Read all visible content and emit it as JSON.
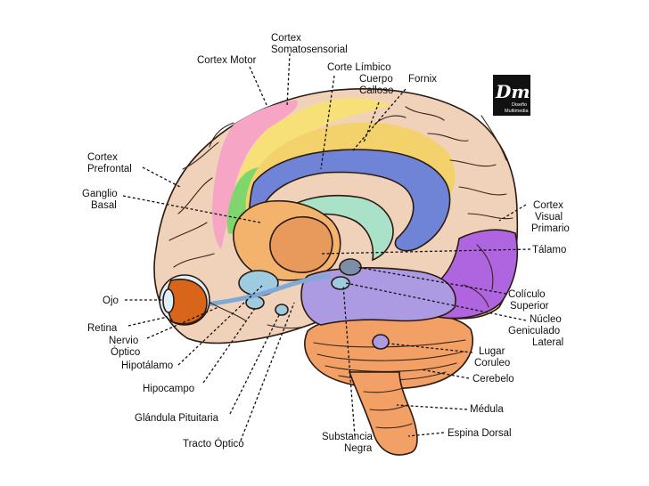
{
  "colors": {
    "brain": "#f0d2bb",
    "premotor": "#f6a5c4",
    "motor": "#f8e079",
    "limbic": "#f3d26b",
    "corpus_callosum": "#6f84d6",
    "green_area": "#7ed66d",
    "basal_ganglia": "#f3b36d",
    "thalamus": "#e79a5c",
    "fornix": "#a9e2c9",
    "visual": "#b065e0",
    "brainstem": "#ac9be3",
    "cerebellum": "#f2a066",
    "eye": "#d9651b",
    "small_structures": "#9fcbe0",
    "lines": "#111111"
  },
  "logo": {
    "monogram": "Dm",
    "line1": "Diseño",
    "line2": "Multimedia"
  },
  "labels": {
    "cortex_somato_1": "Cortex",
    "cortex_somato_2": "Somatosensorial",
    "cortex_motor": "Cortex Motor",
    "corte_limbico": "Corte Límbico",
    "cuerpo": "Cuerpo",
    "calloso": "Calloso",
    "fornix": "Fornix",
    "prefrontal_1": "Cortex",
    "prefrontal_2": "Prefrontal",
    "ganglio_1": "Ganglio",
    "ganglio_2": "Basal",
    "ojo": "Ojo",
    "retina": "Retina",
    "nervio_1": "Nervio",
    "nervio_2": "Óptico",
    "hipotalamo": "Hipotálamo",
    "hipocampo": "Hipocampo",
    "pituitaria": "Glándula Pituitaria",
    "tracto": "Tracto Óptico",
    "substancia_1": "Substancia",
    "substancia_2": "Negra",
    "visual_1": "Cortex",
    "visual_2": "Visual",
    "visual_3": "Primario",
    "talamo": "Tálamo",
    "coliculo_1": "Colículo",
    "coliculo_2": "Superior",
    "nucleo_1": "Núcleo",
    "nucleo_2": "Geniculado",
    "nucleo_3": "Lateral",
    "lugar_1": "Lugar",
    "lugar_2": "Coruleo",
    "cerebelo": "Cerebelo",
    "medula": "Médula",
    "espina": "Espina Dorsal"
  }
}
